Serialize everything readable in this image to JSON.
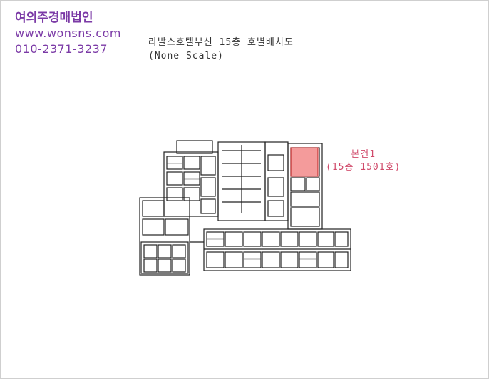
{
  "company": {
    "name": "여의주경매법인",
    "website": "www.wonsns.com",
    "phone": "010-2371-3237"
  },
  "document": {
    "title": "라발스호텔부신 15층 호별배치도",
    "scale_note": "(None Scale)"
  },
  "unit_highlight": {
    "building": "본건1",
    "unit": "(15층 1501호)",
    "color": "#f07a7a"
  },
  "colors": {
    "brand": "#7b3aa6",
    "highlight_text": "#d04a6a"
  }
}
